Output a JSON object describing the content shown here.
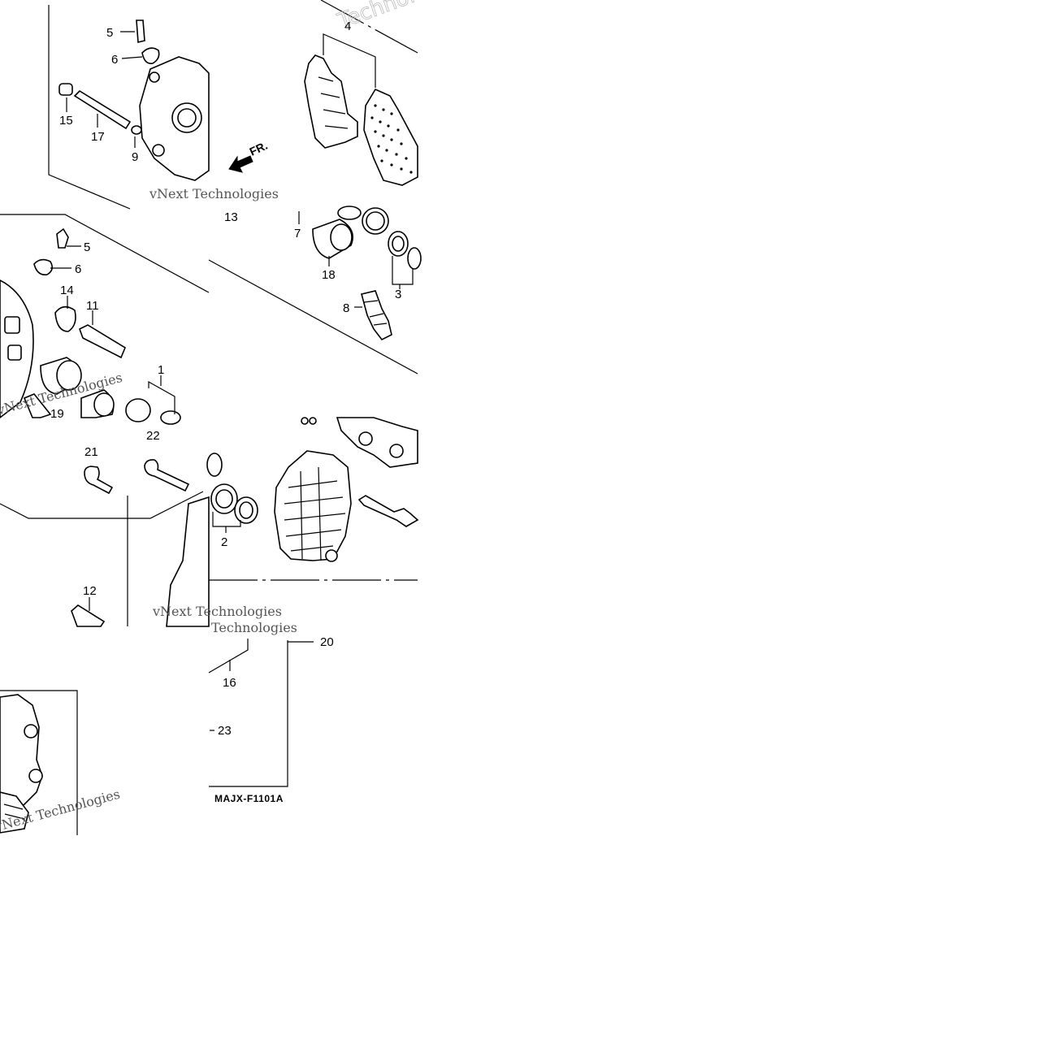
{
  "diagram": {
    "code": "MAJX-F1101A",
    "direction_label": "FR.",
    "watermark_primary": "vNext Technologies",
    "watermark_secondary": "Technologies"
  },
  "tiles": {
    "t1_labels": [
      "5",
      "6",
      "15",
      "17",
      "9"
    ],
    "t2_labels": [
      "4"
    ],
    "t3_labels": [
      "5",
      "6",
      "14",
      "11",
      "1",
      "19"
    ],
    "t4_labels": [
      "13",
      "7",
      "18",
      "3",
      "8"
    ],
    "t5_labels": [
      "21",
      "22",
      "12"
    ],
    "t6_labels": [
      "2"
    ],
    "t8_labels": [
      "16",
      "20",
      "23"
    ]
  }
}
